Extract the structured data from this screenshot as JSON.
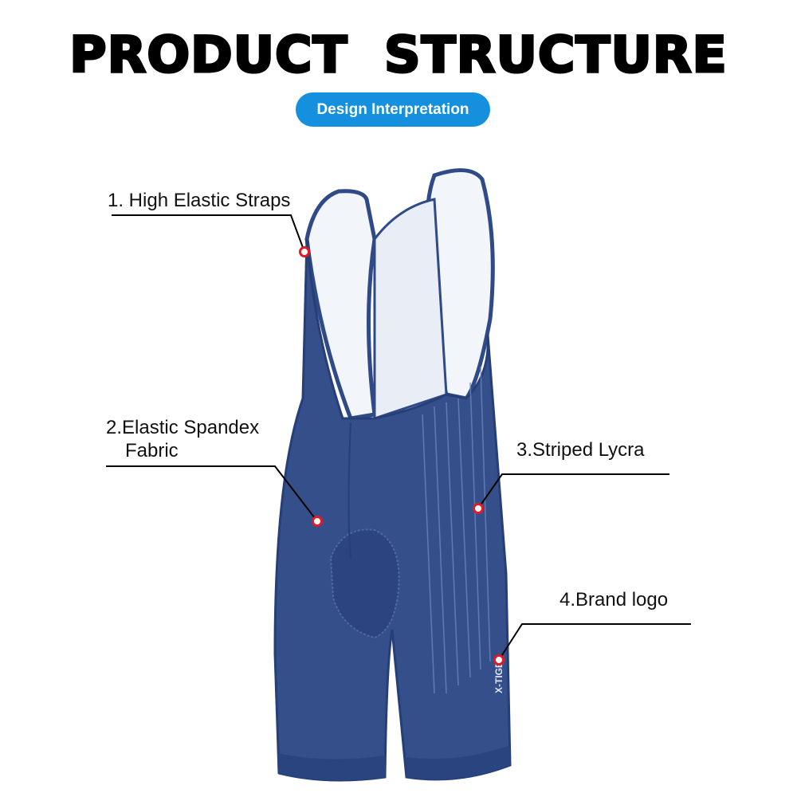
{
  "header": {
    "title": "PRODUCT  STRUCTURE",
    "subtitle_badge": "Design Interpretation"
  },
  "callouts": [
    {
      "label": "1. High Elastic Straps"
    },
    {
      "label_line1": "2.Elastic Spandex",
      "label_line2": "Fabric"
    },
    {
      "label": "3.Striped Lycra"
    },
    {
      "label": "4.Brand logo"
    }
  ],
  "product": {
    "logo_text": "X-TIGE"
  },
  "colors": {
    "badge": "#1590df",
    "fabric": "#344f8a",
    "marker": "#e01b24"
  }
}
